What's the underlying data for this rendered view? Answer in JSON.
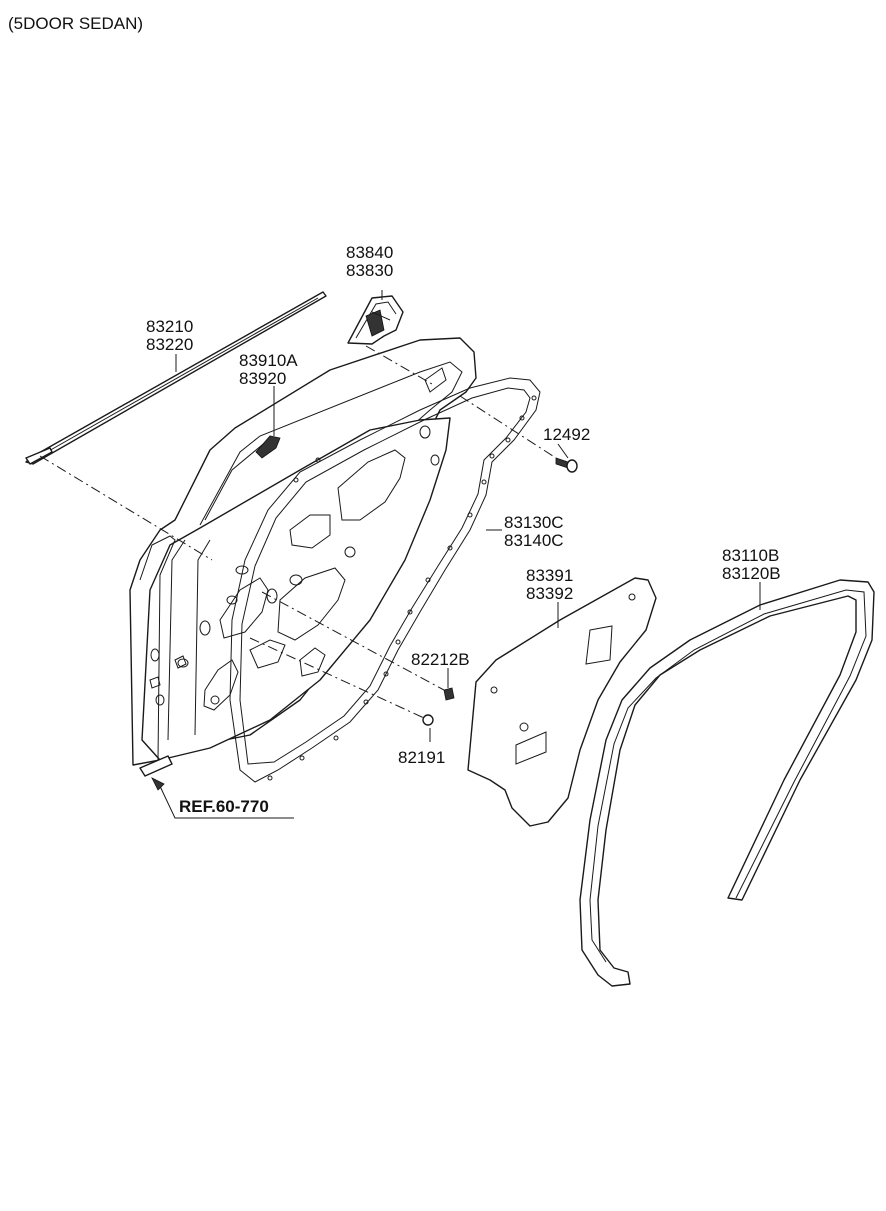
{
  "header": {
    "title": "(5DOOR SEDAN)"
  },
  "labels": {
    "p83840": "83840",
    "p83830": "83830",
    "p83210": "83210",
    "p83220": "83220",
    "p83910A": "83910A",
    "p83920": "83920",
    "p12492": "12492",
    "p83130C": "83130C",
    "p83140C": "83140C",
    "p83110B": "83110B",
    "p83120B": "83120B",
    "p83391": "83391",
    "p83392": "83392",
    "p82212B": "82212B",
    "p82191": "82191",
    "ref": "REF.60-770"
  }
}
